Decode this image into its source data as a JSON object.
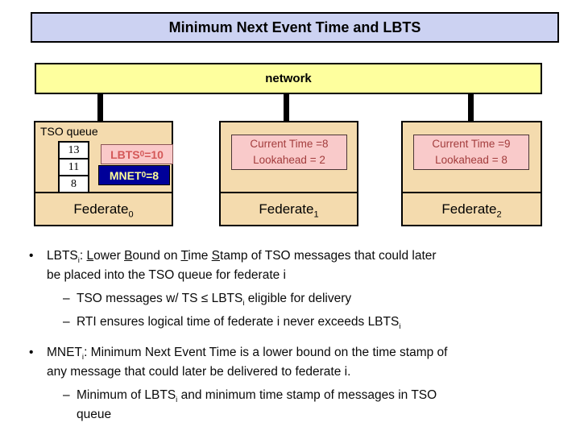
{
  "title": "Minimum Next Event Time and LBTS",
  "network_label": "network",
  "colors": {
    "title_bg": "#ccd2f2",
    "network_bg": "#feff9e",
    "federate_bg": "#f4dbae",
    "pink_bg": "#f9caca",
    "pink_text": "#a33d3d",
    "lbts_text": "#d45858",
    "mnet_bg": "#000099",
    "mnet_text": "#ffff99"
  },
  "bullet_glyph": "•",
  "dash_glyph": "–",
  "federates": [
    {
      "name_base": "Federate",
      "name_sub": "0",
      "tso_label": "TSO queue",
      "queue": [
        "13",
        "11",
        "8"
      ],
      "lbts": [
        {
          "t": "LBTS"
        },
        {
          "t": "0",
          "sub": true
        },
        {
          "t": "=10"
        }
      ],
      "mnet": [
        {
          "t": "MNET"
        },
        {
          "t": "0",
          "sub": true
        },
        {
          "t": "=8"
        }
      ]
    },
    {
      "name_base": "Federate",
      "name_sub": "1",
      "status": [
        {
          "t": "Current Time =8"
        },
        {
          "br": true
        },
        {
          "t": "Lookahead = 2"
        }
      ]
    },
    {
      "name_base": "Federate",
      "name_sub": "2",
      "status": [
        {
          "t": "Current Time =9"
        },
        {
          "br": true
        },
        {
          "t": "Lookahead = 8"
        }
      ]
    }
  ],
  "bullets": {
    "b1_main": [
      {
        "t": "LBTS"
      },
      {
        "t": "i",
        "sub": true
      },
      {
        "t": ": "
      },
      {
        "t": "L",
        "u": true
      },
      {
        "t": "ower "
      },
      {
        "t": "B",
        "u": true
      },
      {
        "t": "ound on "
      },
      {
        "t": "T",
        "u": true
      },
      {
        "t": "ime "
      },
      {
        "t": "S",
        "u": true
      },
      {
        "t": "tamp of  TSO messages that could later"
      },
      {
        "br": true
      },
      {
        "t": "be placed into the TSO queue for federate i"
      }
    ],
    "b1_sub1": [
      {
        "t": "TSO messages w/ TS ≤ LBTS"
      },
      {
        "t": "i",
        "sub": true
      },
      {
        "t": " eligible for delivery"
      }
    ],
    "b1_sub2": [
      {
        "t": "RTI ensures logical time of federate i  never exceeds LBTS"
      },
      {
        "t": "i",
        "sub": true
      }
    ],
    "b2_main": [
      {
        "t": "MNET"
      },
      {
        "t": "i",
        "sub": true
      },
      {
        "t": ": Minimum Next Event Time is a lower bound on the time stamp of"
      },
      {
        "br": true
      },
      {
        "t": "any message that could later be delivered to federate i."
      }
    ],
    "b2_sub1": [
      {
        "t": "Minimum of LBTS"
      },
      {
        "t": "i",
        "sub": true
      },
      {
        "t": " and minimum time stamp of messages in TSO"
      },
      {
        "br": true
      },
      {
        "t": "queue"
      }
    ]
  }
}
